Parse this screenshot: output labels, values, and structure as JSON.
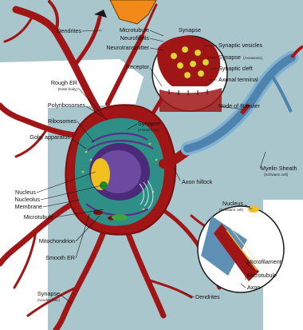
{
  "labels": {
    "dendrites_top": "Dendrites",
    "microtubule_top": "Microtubule",
    "neurofibrils": "Neurofibrils",
    "neurotransmitter": "Neurotransmitter",
    "receptor": "Receptor",
    "synapse_inset_title": "Synapse",
    "synaptic_vesicles": "Synaptic vesicles",
    "synapse_axoaxonic": "Synapse",
    "synapse_axoaxonic_sub": "(Axoaxonic)",
    "synaptic_cleft": "Synaptic cleft",
    "axonal_terminal": "Axonal terminal",
    "rough_er": "Rough ER",
    "rough_er_sub": "(Nissl body)",
    "polyribosomes": "Polyribosomes",
    "ribosomes": "Ribosomes",
    "golgi": "Golgi apparatus",
    "synapse_axosomatic": "Synapse",
    "synapse_axosomatic_sub": "(Axosomatic)",
    "node_of_ranvier": "Node of Ranvier",
    "myelin_sheath": "Myelin Sheath",
    "myelin_sheath_sub": "(Schwann cell)",
    "axon_hillock": "Axon hillock",
    "nucleus": "Nucleus",
    "nucleolus": "Nucleolus",
    "membrane": "Membrane",
    "microtubule_left": "Microtubule",
    "nucleus_schwann": "Nucleus",
    "nucleus_schwann_sub": "(Schwann cell)",
    "mitochondrion": "Mitochondrion",
    "smooth_er": "Smooth ER",
    "microfilament": "Microfilament",
    "microtubule_axon": "Microtubule",
    "axon": "Axon",
    "synapse_axodendritic": "Synapse",
    "synapse_axodendritic_sub": "(Axodendritic)",
    "dendrites_bottom": "Dendrites"
  },
  "colors": {
    "background_teal": "#a9c6cc",
    "neuron_red": "#a01515",
    "neuron_dark": "#7a0c0c",
    "cytoplasm_green": "#2e8f86",
    "nucleus_purple": "#4b2a7a",
    "nucleolus_yellow": "#f0c020",
    "myelin_blue": "#4d83ad",
    "vesicle_yellow": "#e6d23a",
    "orange_block": "#f28a1a"
  }
}
